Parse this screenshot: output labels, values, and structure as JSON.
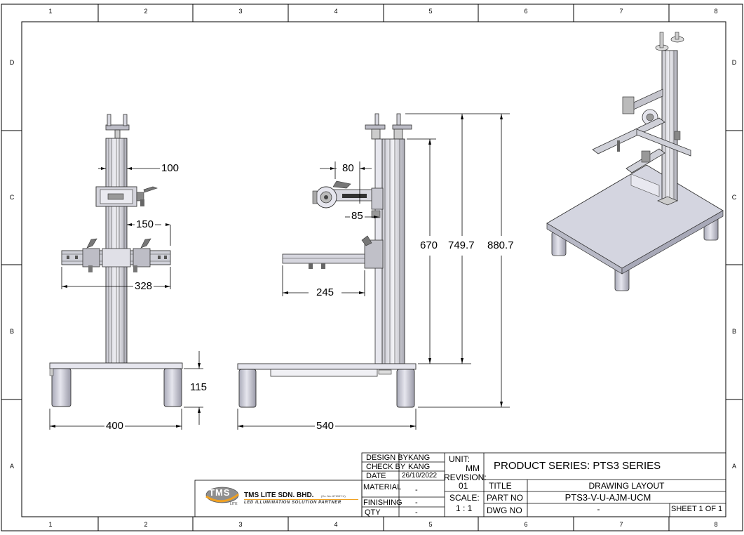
{
  "zones": {
    "columns": [
      "1",
      "2",
      "3",
      "4",
      "5",
      "6",
      "7",
      "8"
    ],
    "rows": [
      "D",
      "C",
      "B",
      "A"
    ]
  },
  "dimensions": {
    "front_view": {
      "d100": "100",
      "d150": "150",
      "d328": "328",
      "d115": "115",
      "d400": "400"
    },
    "side_view": {
      "d80": "80",
      "d85": "85",
      "d245": "245",
      "d670": "670",
      "d749": "749.7",
      "d880": "880.7",
      "d540": "540"
    }
  },
  "logo": {
    "mark": "TMS",
    "mark_sub": "LITE",
    "company": "TMS LITE SDN. BHD.",
    "company_reg": "(Co. No: 671007-V)",
    "tagline": "LED ILLUMINATION SOLUTION PARTNER"
  },
  "title_block": {
    "design_by_label": "DESIGN BY",
    "design_by": "KANG",
    "check_by_label": "CHECK BY",
    "check_by": "KANG",
    "date_label": "DATE",
    "date": "26/10/2022",
    "material_label": "MATERIAL",
    "material": "-",
    "finishing_label": "FINISHING",
    "finishing": "-",
    "qty_label": "QTY",
    "qty": "-",
    "unit_label": "UNIT:",
    "unit": "MM",
    "revision_label": "REVISION:",
    "revision": "01",
    "scale_label": "SCALE:",
    "scale": "1 : 1",
    "product_series": "PRODUCT SERIES:  PTS3 SERIES",
    "title_label": "TITLE",
    "title": "DRAWING LAYOUT",
    "part_no_label": "PART NO",
    "part_no": "PTS3-V-U-AJM-UCM",
    "dwg_no_label": "DWG NO",
    "dwg_no": "-",
    "sheet": "SHEET 1 OF 1"
  }
}
